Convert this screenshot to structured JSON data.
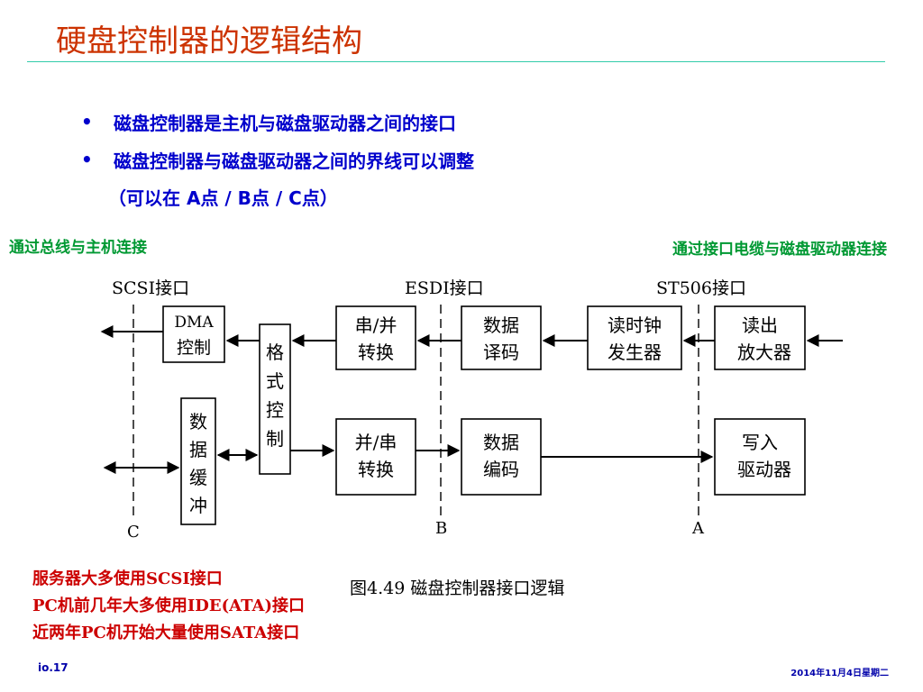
{
  "slide": {
    "title": "硬盘控制器的逻辑结构",
    "bullets": [
      "磁盘控制器是主机与磁盘驱动器之间的接口",
      "磁盘控制器与磁盘驱动器之间的界线可以调整"
    ],
    "bullet_sub": "（可以在 A点 / B点 / C点）",
    "bullet_marker": "•"
  },
  "notes": {
    "left": "通过总线与主机连接",
    "right": "通过接口电缆与磁盘驱动器连接"
  },
  "diagram": {
    "interfaces": {
      "scsi": "SCSI接口",
      "esdi": "ESDI接口",
      "st506": "ST506接口"
    },
    "points": {
      "c": "C",
      "b": "B",
      "a": "A"
    },
    "blocks": {
      "dma": [
        "DMA",
        "控制"
      ],
      "buffer": [
        "数",
        "据",
        "缓",
        "冲"
      ],
      "format": [
        "格",
        "式",
        "控",
        "制"
      ],
      "sp": [
        "串/并",
        "转换"
      ],
      "ps": [
        "并/串",
        "转换"
      ],
      "decode": [
        "数据",
        "译码"
      ],
      "encode": [
        "数据",
        "编码"
      ],
      "clock": [
        "读时钟",
        "发生器"
      ],
      "readamp": [
        "读出",
        "放大器"
      ],
      "writedrv": [
        "写入",
        "驱动器"
      ]
    },
    "caption": "图4.49   磁盘控制器接口逻辑"
  },
  "usage": [
    "服务器大多使用SCSI接口",
    "PC机前几年大多使用IDE(ATA)接口",
    "近两年PC机开始大量使用SATA接口"
  ],
  "footer": {
    "left": "io.17",
    "right": "2014年11月4日星期二"
  }
}
